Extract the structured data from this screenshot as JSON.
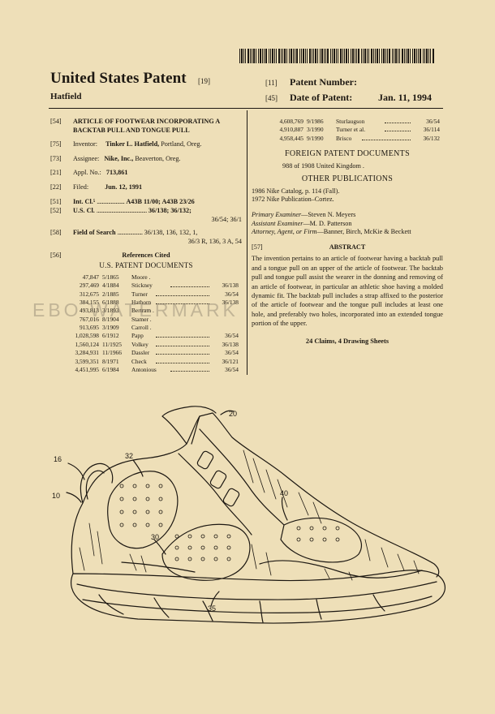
{
  "header": {
    "title_left": "United States Patent",
    "title_code": "[19]",
    "inventor_surname": "Hatfield",
    "patent_number_code": "[11]",
    "patent_number_label": "Patent Number:",
    "patent_number_value": "",
    "date_code": "[45]",
    "date_label": "Date of Patent:",
    "date_value": "Jan. 11, 1994"
  },
  "left": {
    "title": {
      "code": "[54]",
      "text": "ARTICLE OF FOOTWEAR INCORPORATING A BACKTAB PULL AND TONGUE PULL"
    },
    "inventor": {
      "code": "[75]",
      "label": "Inventor:",
      "name": "Tinker L. Hatfield,",
      "place": "Portland, Oreg."
    },
    "assignee": {
      "code": "[73]",
      "label": "Assignee:",
      "name": "Nike, Inc.,",
      "place": "Beaverton, Oreg."
    },
    "appl": {
      "code": "[21]",
      "label": "Appl. No.:",
      "value": "713,861"
    },
    "filed": {
      "code": "[22]",
      "label": "Filed:",
      "value": "Jun. 12, 1991"
    },
    "intcl": {
      "code": "[51]",
      "label": "Int. Cl.⁵",
      "value": "A43B 11/00; A43B 23/26"
    },
    "uscl": {
      "code": "[52]",
      "label": "U.S. Cl.",
      "value": "36/138; 36/132;",
      "value2": "36/54; 36/1"
    },
    "search": {
      "code": "[58]",
      "label": "Field of Search",
      "value": "36/138, 136, 132, 1,",
      "value2": "36/3 R, 136, 3 A, 54"
    },
    "refs": {
      "code": "[56]",
      "heading": "References Cited",
      "sub": "U.S. PATENT DOCUMENTS"
    }
  },
  "us_refs": [
    {
      "pn": "47,847",
      "date": "5/1865",
      "name": "Moore .",
      "cls": ""
    },
    {
      "pn": "297,469",
      "date": "4/1884",
      "name": "Stickney",
      "cls": "36/138"
    },
    {
      "pn": "312,675",
      "date": "2/1885",
      "name": "Turner",
      "cls": "36/54"
    },
    {
      "pn": "384,155",
      "date": "6/1888",
      "name": "Hathorn",
      "cls": "36/138"
    },
    {
      "pn": "493,813",
      "date": "3/1893",
      "name": "Bertram .",
      "cls": ""
    },
    {
      "pn": "767,016",
      "date": "8/1904",
      "name": "Stamer .",
      "cls": ""
    },
    {
      "pn": "913,695",
      "date": "3/1909",
      "name": "Carroll .",
      "cls": ""
    },
    {
      "pn": "1,028,598",
      "date": "6/1912",
      "name": "Papp",
      "cls": "36/54"
    },
    {
      "pn": "1,560,124",
      "date": "11/1925",
      "name": "Volkey",
      "cls": "36/138"
    },
    {
      "pn": "3,284,931",
      "date": "11/1966",
      "name": "Dassler",
      "cls": "36/54"
    },
    {
      "pn": "3,599,351",
      "date": "8/1971",
      "name": "Check",
      "cls": "36/121"
    },
    {
      "pn": "4,451,995",
      "date": "6/1984",
      "name": "Antonious",
      "cls": "36/54"
    }
  ],
  "right_refs": [
    {
      "pn": "4,608,769",
      "date": "9/1986",
      "name": "Sturlaugson",
      "cls": "36/54"
    },
    {
      "pn": "4,910,887",
      "date": "3/1990",
      "name": "Turner et al.",
      "cls": "36/114"
    },
    {
      "pn": "4,958,445",
      "date": "9/1990",
      "name": "Brisco",
      "cls": "36/132"
    }
  ],
  "right": {
    "foreign_heading": "FOREIGN PATENT DOCUMENTS",
    "foreign_entry": "988   of 1908  United Kingdom .",
    "other_heading": "OTHER PUBLICATIONS",
    "pub1": "1986 Nike Catalog, p. 114 (Fall).",
    "pub2": "1972 Nike Publication–Cortez.",
    "primary_label": "Primary Examiner",
    "primary_name": "—Steven N. Meyers",
    "assistant_label": "Assistant Examiner",
    "assistant_name": "—M. D. Patterson",
    "attorney_label": "Attorney, Agent, or Firm",
    "attorney_name": "—Banner, Birch, McKie & Beckett",
    "abstract_code": "[57]",
    "abstract_heading": "ABSTRACT",
    "abstract": "The invention pertains to an article of footwear having a backtab pull and a tongue pull on an upper of the article of footwear. The backtab pull and tongue pull assist the wearer in the donning and removing of an article of footwear, in particular an athletic shoe having a molded dynamic fit. The backtab pull includes a strap affixed to the posterior of the article of footwear and the tongue pull includes at least one hole, and preferably two holes, incorporated into an extended tongue portion of the upper.",
    "claims": "24 Claims, 4 Drawing Sheets"
  },
  "watermark": "EBO WATERMARK",
  "drawing": {
    "labels": {
      "n20": "20",
      "n16": "16",
      "n10": "10",
      "n32": "32",
      "n40": "40",
      "n30": "30",
      "n35": "35"
    }
  }
}
